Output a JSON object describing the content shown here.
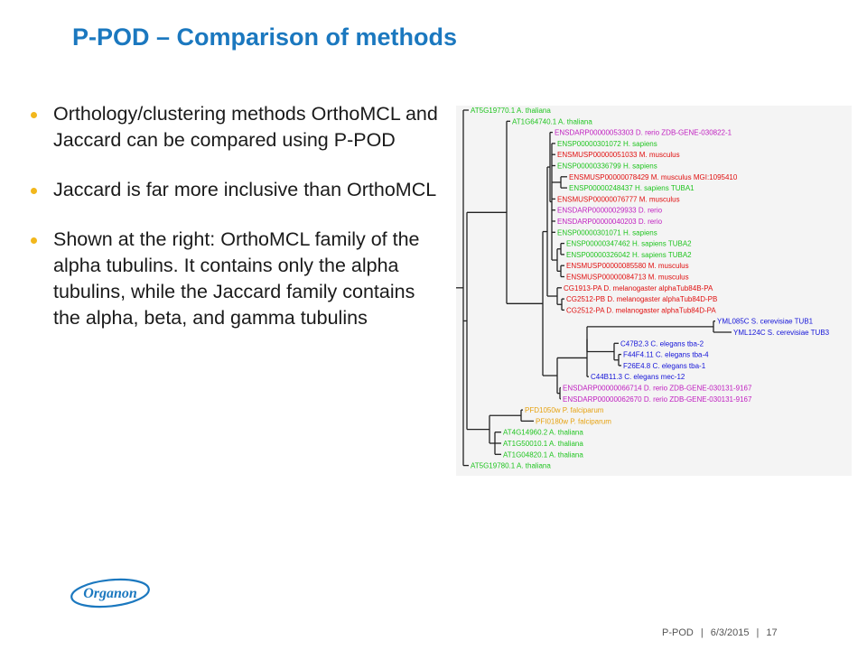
{
  "slide": {
    "title": "P-POD – Comparison of methods",
    "accent_color": "#1b78bf",
    "bullet_color": "#f2b71c",
    "bullets": [
      "Orthology/clustering methods OrthoMCL and Jaccard can be compared using P-POD",
      "Jaccard is far more inclusive than OrthoMCL",
      "Shown at the right: OrthoMCL family of the alpha tubulins. It contains only the alpha tubulins, while the Jaccard family contains the alpha, beta, and gamma tubulins"
    ]
  },
  "tree": {
    "colors": {
      "green": "#1fc41f",
      "magenta": "#c020c0",
      "red": "#e01010",
      "blue": "#1515d8",
      "orange": "#e6a210"
    },
    "leaves": [
      {
        "label": "AT5G19770.1 A. thaliana",
        "color": "green"
      },
      {
        "label": "AT1G64740.1 A. thaliana",
        "color": "green"
      },
      {
        "label": "ENSDARP00000053303 D. rerio ZDB-GENE-030822-1",
        "color": "magenta"
      },
      {
        "label": "ENSP00000301072 H. sapiens",
        "color": "green"
      },
      {
        "label": "ENSMUSP00000051033 M. musculus",
        "color": "red"
      },
      {
        "label": "ENSP00000336799 H. sapiens",
        "color": "green"
      },
      {
        "label": "ENSMUSP00000078429 M. musculus MGI:1095410",
        "color": "red"
      },
      {
        "label": "ENSP00000248437 H. sapiens TUBA1",
        "color": "green"
      },
      {
        "label": "ENSMUSP00000076777 M. musculus",
        "color": "red"
      },
      {
        "label": "ENSDARP00000029933 D. rerio",
        "color": "magenta"
      },
      {
        "label": "ENSDARP00000040203 D. rerio",
        "color": "magenta"
      },
      {
        "label": "ENSP00000301071 H. sapiens",
        "color": "green"
      },
      {
        "label": "ENSP00000347462 H. sapiens TUBA2",
        "color": "green"
      },
      {
        "label": "ENSP00000326042 H. sapiens TUBA2",
        "color": "green"
      },
      {
        "label": "ENSMUSP00000085580 M. musculus",
        "color": "red"
      },
      {
        "label": "ENSMUSP00000084713 M. musculus",
        "color": "red"
      },
      {
        "label": "CG1913-PA D. melanogaster alphaTub84B-PA",
        "color": "red"
      },
      {
        "label": "CG2512-PB D. melanogaster alphaTub84D-PB",
        "color": "red"
      },
      {
        "label": "CG2512-PA D. melanogaster alphaTub84D-PA",
        "color": "red"
      },
      {
        "label": "YML085C S. cerevisiae TUB1",
        "color": "blue"
      },
      {
        "label": "YML124C S. cerevisiae TUB3",
        "color": "blue"
      },
      {
        "label": "C47B2.3 C. elegans tba-2",
        "color": "blue"
      },
      {
        "label": "F44F4.11 C. elegans tba-4",
        "color": "blue"
      },
      {
        "label": "F26E4.8 C. elegans tba-1",
        "color": "blue"
      },
      {
        "label": "C44B11.3 C. elegans mec-12",
        "color": "blue"
      },
      {
        "label": "ENSDARP00000066714 D. rerio ZDB-GENE-030131-9167",
        "color": "magenta"
      },
      {
        "label": "ENSDARP00000062670 D. rerio ZDB-GENE-030131-9167",
        "color": "magenta"
      },
      {
        "label": "PFD1050w P. falciparum",
        "color": "orange"
      },
      {
        "label": "PFI0180w P. falciparum",
        "color": "orange"
      },
      {
        "label": "AT4G14960.2 A. thaliana",
        "color": "green"
      },
      {
        "label": "AT1G50010.1 A. thaliana",
        "color": "green"
      },
      {
        "label": "AT1G04820.1 A. thaliana",
        "color": "green"
      },
      {
        "label": "AT5G19780.1 A. thaliana",
        "color": "green"
      }
    ]
  },
  "logo": {
    "text": "Organon",
    "color": "#1b78bf"
  },
  "footer": {
    "label": "P-POD",
    "date": "6/3/2015",
    "page": "17"
  }
}
